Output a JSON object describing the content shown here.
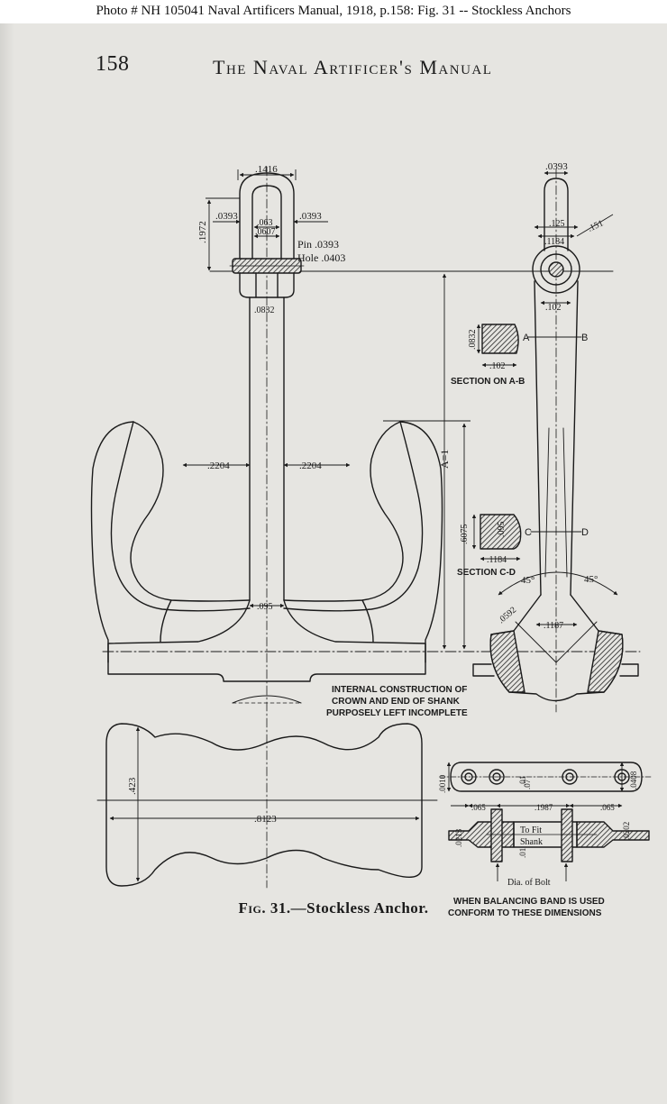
{
  "photo_caption": "Photo #  NH 105041    Naval Artificers Manual, 1918, p.158:   Fig. 31 -- Stockless Anchors",
  "page": {
    "number": "158",
    "running_head": "The Naval Artificer's Manual"
  },
  "figure": {
    "number": "Fig. 31.",
    "title": "—Stockless Anchor."
  },
  "front_view": {
    "shackle_width": ".1416",
    "shackle_height": ".1972",
    "shackle_side_left": ".0393",
    "shackle_side_right": ".0393",
    "inner_width_top": ".063",
    "inner_width_bottom": ".0607",
    "pin": "Pin .0393",
    "hole": "Hole .0403",
    "shank_top": ".0832",
    "arm_left": ".2204",
    "arm_right": ".2204",
    "shank_bottom": ".095"
  },
  "side_view": {
    "top_width": ".0393",
    "eye_outer": ".125",
    "eye_inner": ".1184",
    "eye_angle_dim": ".151",
    "shank_top": ".102",
    "overall": "A=1",
    "section_ab_label": "SECTION ON A-B",
    "section_ab_height": ".0832",
    "section_ab_width": ".102",
    "point_a": "A",
    "point_b": "B",
    "section_cd_label": "SECTION C-D",
    "section_cd_height": ".6075",
    "section_cd_inner": ".095",
    "section_cd_width": ".1184",
    "point_c": "C",
    "point_d": "D",
    "angle_left": "45°",
    "angle_right": "45°",
    "crown_thickness": ".0592",
    "crown_width": ".1187"
  },
  "crown_note": [
    "INTERNAL CONSTRUCTION OF",
    "CROWN AND END OF SHANK",
    "PURPOSELY LEFT INCOMPLETE"
  ],
  "plan_view": {
    "height": ".423",
    "width": ".8123"
  },
  "band_detail": {
    "left_thickness": ".0010",
    "right_thickness": ".0408",
    "left_offset": ".065",
    "right_offset": ".065",
    "center_span": ".1987",
    "top_gap": ".01",
    "inner_width": ".07",
    "left_bolt": ".0213",
    "right_bolt": ".0202",
    "to_fit": "To Fit",
    "shank": "Shank",
    "bottom_gap": ".01",
    "dia_bolt": "Dia. of Bolt",
    "note": [
      "WHEN BALANCING BAND IS USED",
      "CONFORM TO THESE DIMENSIONS"
    ]
  },
  "colors": {
    "paper": "#e6e5e1",
    "ink": "#1a1a1a",
    "hatch": "#333333"
  }
}
